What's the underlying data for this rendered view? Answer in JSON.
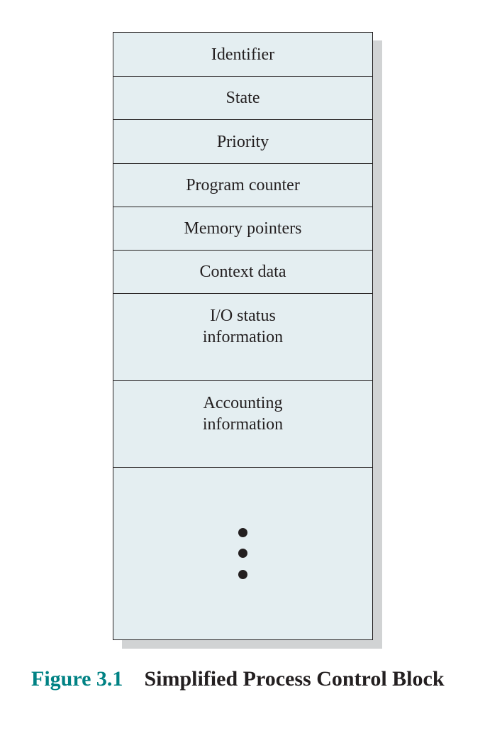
{
  "pcb": {
    "fields": [
      "Identifier",
      "State",
      "Priority",
      "Program counter",
      "Memory pointers",
      "Context data",
      "I/O status\ninformation",
      "Accounting\ninformation"
    ]
  },
  "caption": {
    "number": "Figure 3.1",
    "title": "Simplified Process Control Block"
  },
  "colors": {
    "block_fill": "#e4eef1",
    "shadow": "#d1d3d4",
    "caption_number": "#008284",
    "ink": "#231f20"
  }
}
